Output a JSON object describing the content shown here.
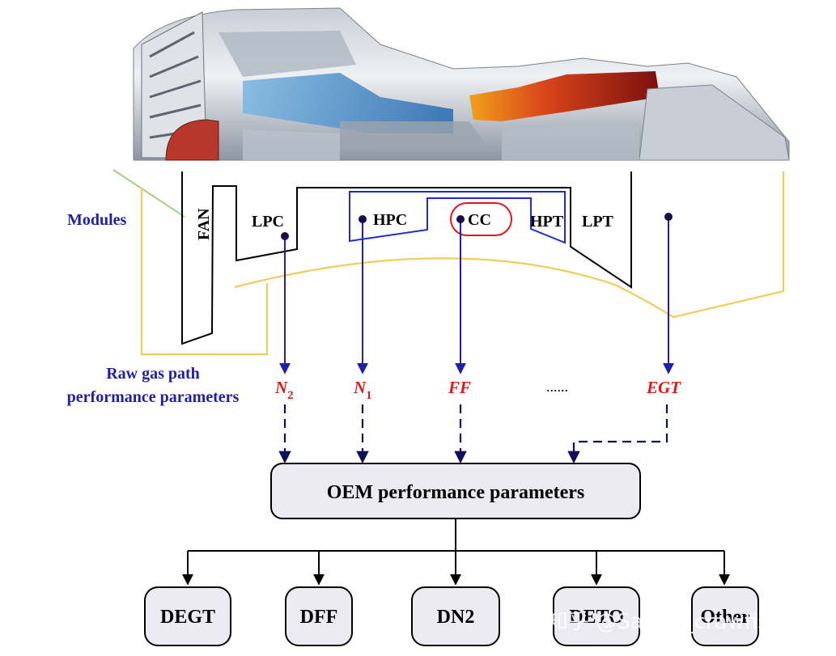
{
  "labels": {
    "modules": "Modules",
    "fan": "FAN",
    "lpc": "LPC",
    "hpc": "HPC",
    "cc": "CC",
    "hpt": "HPT",
    "lpt": "LPT",
    "raw_line1": "Raw gas path",
    "raw_line2": "performance parameters"
  },
  "parameters": {
    "n2": {
      "base": "N",
      "sub": "2"
    },
    "n1": {
      "base": "N",
      "sub": "1"
    },
    "ff": "FF",
    "ellipsis": "......",
    "egt": "EGT"
  },
  "oem_box": "OEM performance parameters",
  "outputs": [
    "DEGT",
    "DFF",
    "DN2",
    "DETO",
    "Other"
  ],
  "watermark": "知乎 @Salted_crawfish",
  "colors": {
    "blue": "#1f1fa8",
    "dark_navy": "#10105a",
    "red": "#e01818",
    "yellow": "#f0cd5a",
    "green": "#9fd282",
    "box_fill": "#eceaf2"
  }
}
